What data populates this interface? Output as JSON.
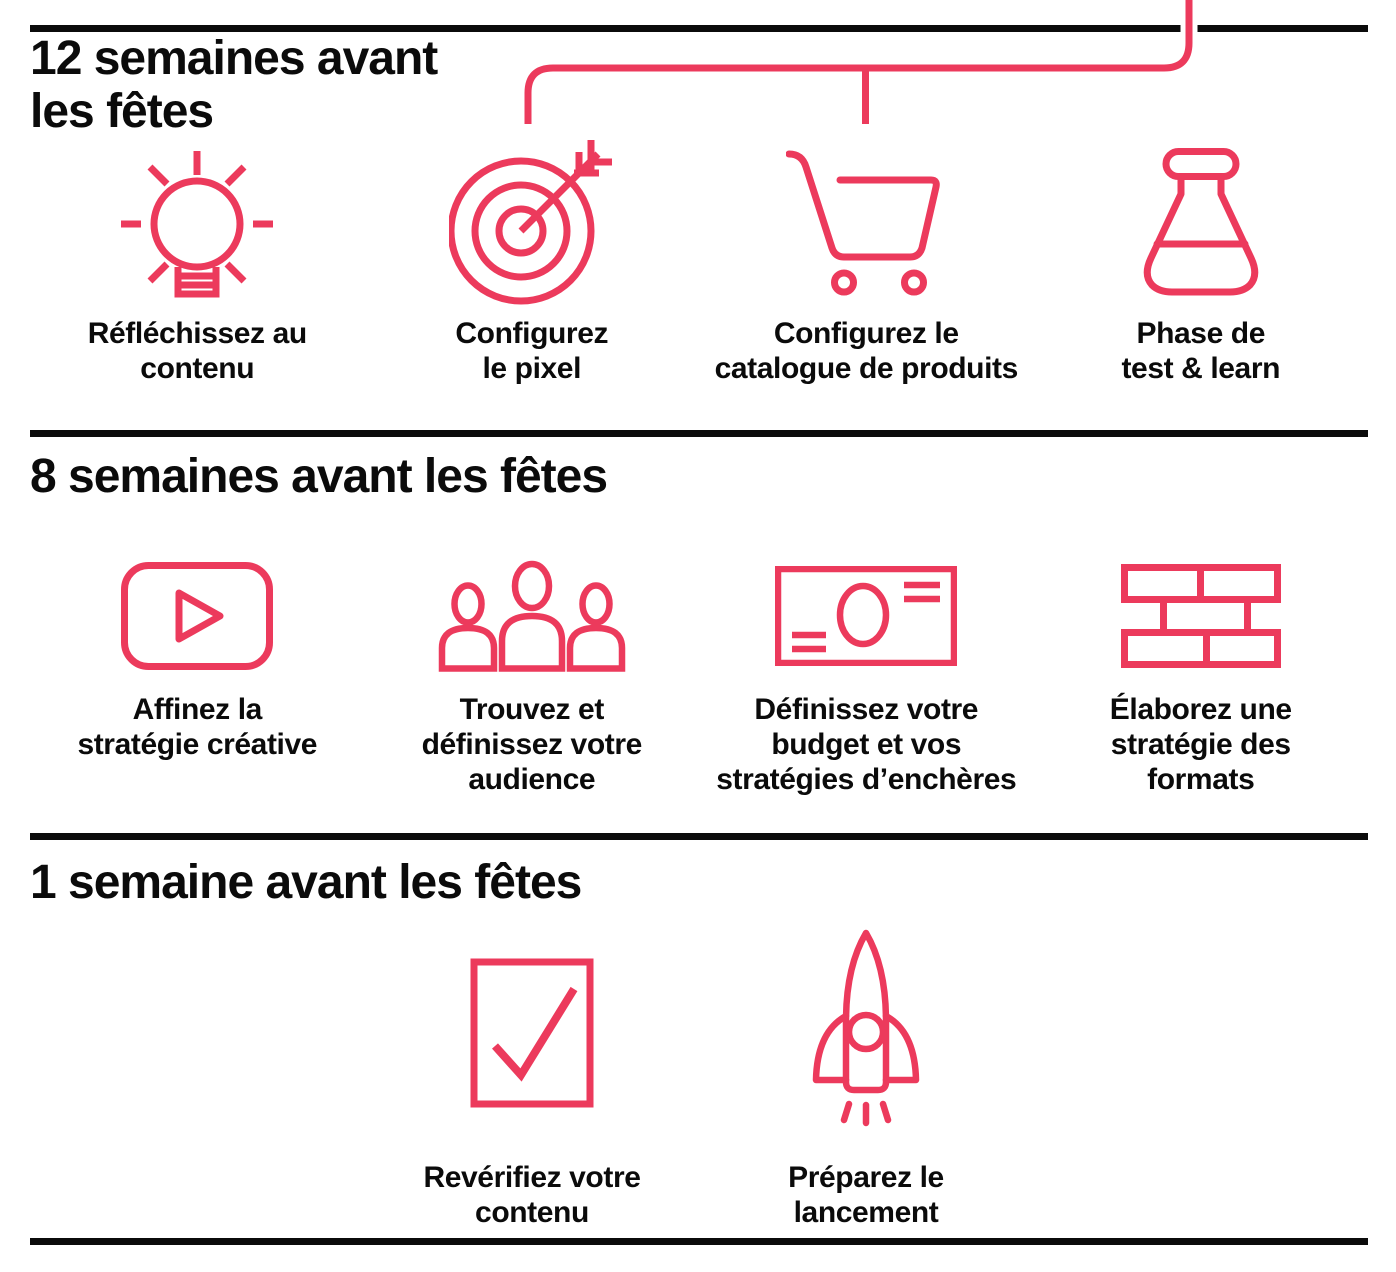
{
  "colors": {
    "accent": "#EC3A5C",
    "text": "#0B0B0B",
    "divider": "#0B0B0B",
    "background": "#FFFFFF"
  },
  "connector": {
    "description": "red-timeline-connector-line"
  },
  "sections": [
    {
      "heading": "12 semaines avant\nles fêtes",
      "items": [
        {
          "icon": "lightbulb-icon",
          "label": "Réfléchissez au\ncontenu"
        },
        {
          "icon": "target-arrow-icon",
          "label": "Configurez\nle pixel"
        },
        {
          "icon": "shopping-cart-icon",
          "label": "Configurez le\ncatalogue de produits"
        },
        {
          "icon": "test-flask-icon",
          "label": "Phase de\ntest & learn"
        }
      ]
    },
    {
      "heading": "8 semaines avant les fêtes",
      "items": [
        {
          "icon": "video-play-icon",
          "label": "Affinez la\nstratégie créative"
        },
        {
          "icon": "audience-people-icon",
          "label": "Trouvez et\ndéfinissez votre\naudience"
        },
        {
          "icon": "payment-card-icon",
          "label": "Définissez votre\nbudget et vos\nstratégies d’enchères"
        },
        {
          "icon": "brick-wall-icon",
          "label": "Élaborez une\nstratégie des\nformats"
        }
      ]
    },
    {
      "heading": "1 semaine avant les fêtes",
      "items": [
        {
          "icon": "checkbox-icon",
          "label": "Revérifiez votre\ncontenu"
        },
        {
          "icon": "rocket-icon",
          "label": "Préparez le\nlancement"
        }
      ]
    }
  ]
}
